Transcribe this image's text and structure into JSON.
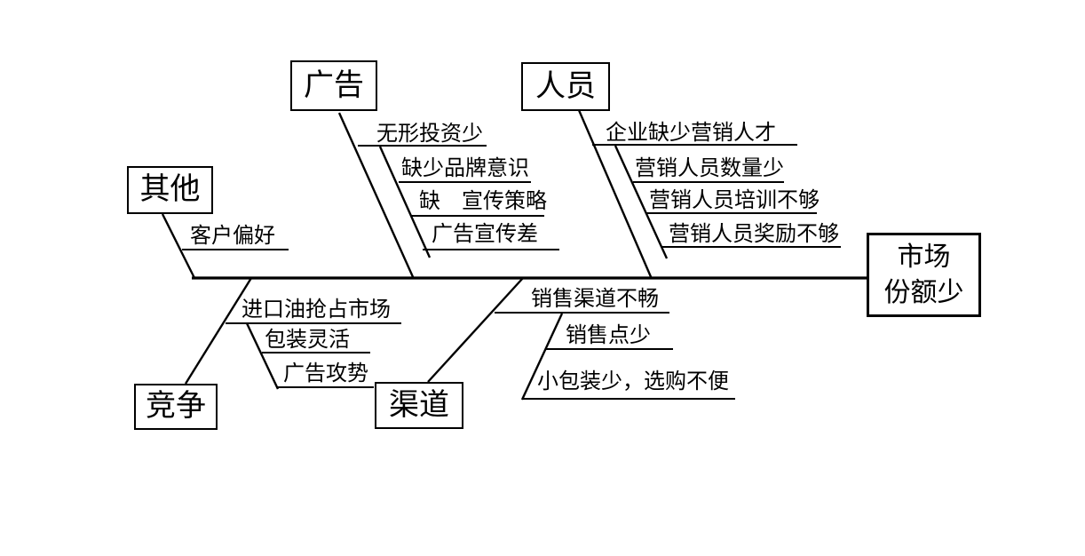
{
  "diagram_type": "fishbone-cause-effect",
  "colors": {
    "line": "#000000",
    "text": "#000000",
    "background": "#ffffff"
  },
  "effect": {
    "label": "市场份额少",
    "lines": [
      "市场",
      "份额少"
    ]
  },
  "branches": {
    "advertising": {
      "label": "广告",
      "causes": [
        "无形投资少",
        "缺少品牌意识",
        "缺　宣传策略",
        "广告宣传差"
      ]
    },
    "personnel": {
      "label": "人员",
      "causes": [
        "企业缺少营销人才",
        "营销人员数量少",
        "营销人员培训不够",
        "营销人员奖励不够"
      ]
    },
    "other": {
      "label": "其他",
      "causes": [
        "客户偏好"
      ]
    },
    "competition": {
      "label": "竞争",
      "causes": [
        "进口油抢占市场",
        "包装灵活",
        "广告攻势"
      ]
    },
    "channel": {
      "label": "渠道",
      "causes": [
        "销售渠道不畅",
        "销售点少",
        "小包装少，选购不便"
      ]
    }
  }
}
